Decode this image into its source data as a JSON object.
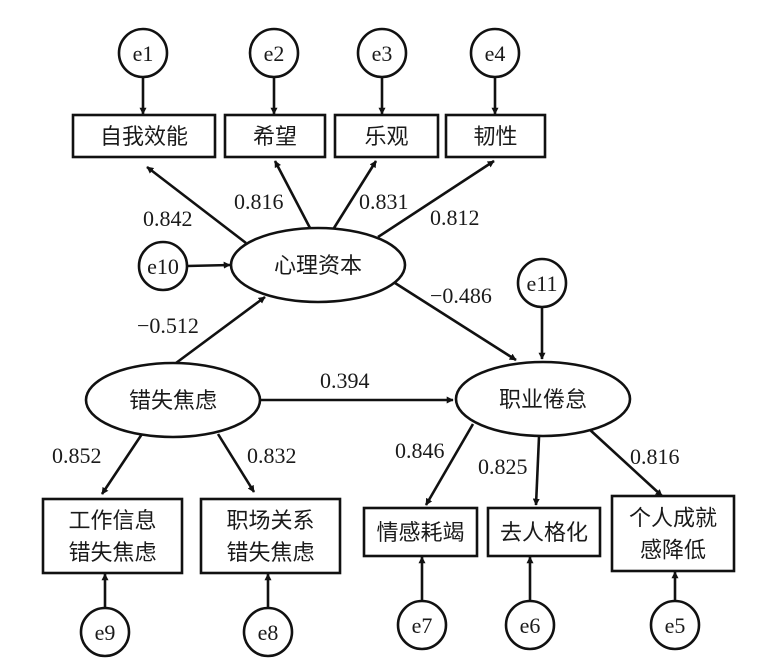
{
  "diagram": {
    "type": "structural-equation-model",
    "colors": {
      "stroke": "#111111",
      "text": "#1a1a1a",
      "background": "#ffffff"
    },
    "latents": [
      {
        "id": "psycap",
        "label": "心理资本"
      },
      {
        "id": "fomo",
        "label": "错失焦虑"
      },
      {
        "id": "burnout",
        "label": "职业倦怠"
      }
    ],
    "indicators": [
      {
        "id": "self_efficacy",
        "lines": [
          "自我效能"
        ],
        "error": "e1"
      },
      {
        "id": "hope",
        "lines": [
          "希望"
        ],
        "error": "e2"
      },
      {
        "id": "optimism",
        "lines": [
          "乐观"
        ],
        "error": "e3"
      },
      {
        "id": "resilience",
        "lines": [
          "韧性"
        ],
        "error": "e4"
      },
      {
        "id": "work_info_fomo",
        "lines": [
          "工作信息",
          "错失焦虑"
        ],
        "error": "e9"
      },
      {
        "id": "work_rel_fomo",
        "lines": [
          "职场关系",
          "错失焦虑"
        ],
        "error": "e8"
      },
      {
        "id": "emotional_exhaustion",
        "lines": [
          "情感耗竭"
        ],
        "error": "e7"
      },
      {
        "id": "depersonalization",
        "lines": [
          "去人格化"
        ],
        "error": "e6"
      },
      {
        "id": "reduced_accomplishment",
        "lines": [
          "个人成就",
          "感降低"
        ],
        "error": "e5"
      }
    ],
    "latent_errors": [
      {
        "label": "e10",
        "target": "psycap"
      },
      {
        "label": "e11",
        "target": "burnout"
      }
    ],
    "paths": [
      {
        "from": "psycap",
        "to": "self_efficacy",
        "coef": "0.842"
      },
      {
        "from": "psycap",
        "to": "hope",
        "coef": "0.816"
      },
      {
        "from": "psycap",
        "to": "optimism",
        "coef": "0.831"
      },
      {
        "from": "psycap",
        "to": "resilience",
        "coef": "0.812"
      },
      {
        "from": "psycap",
        "to": "burnout",
        "coef": "−0.486"
      },
      {
        "from": "fomo",
        "to": "psycap",
        "coef": "−0.512"
      },
      {
        "from": "fomo",
        "to": "burnout",
        "coef": "0.394"
      },
      {
        "from": "fomo",
        "to": "work_info_fomo",
        "coef": "0.852"
      },
      {
        "from": "fomo",
        "to": "work_rel_fomo",
        "coef": "0.832"
      },
      {
        "from": "burnout",
        "to": "emotional_exhaustion",
        "coef": "0.846"
      },
      {
        "from": "burnout",
        "to": "depersonalization",
        "coef": "0.825"
      },
      {
        "from": "burnout",
        "to": "reduced_accomplishment",
        "coef": "0.816"
      }
    ]
  }
}
